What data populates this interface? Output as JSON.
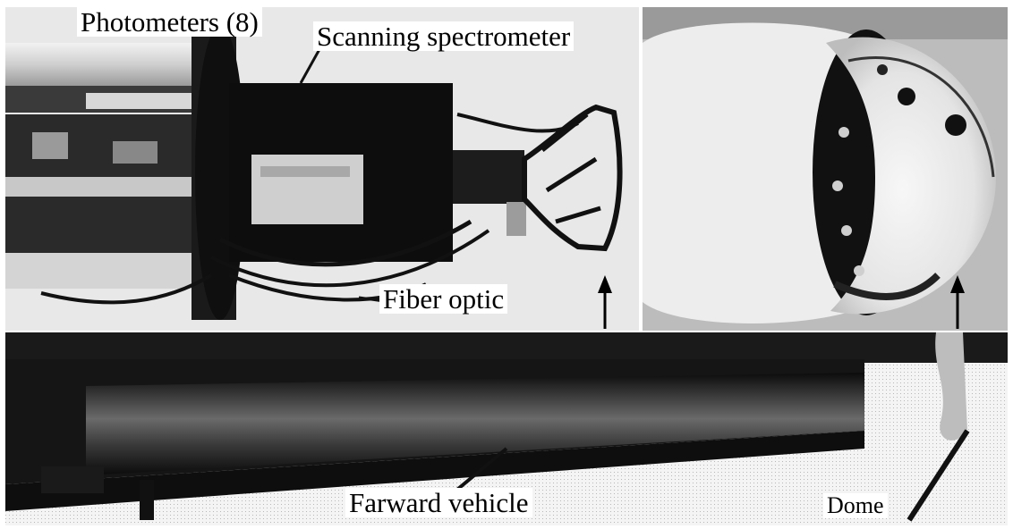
{
  "labels": {
    "photometers": "Photometers (8)",
    "scanning_spectrometer": "Scanning spectrometer",
    "fiber_optic": "Fiber optic",
    "forward_vehicle": "Farward vehicle",
    "dome": "Dome"
  },
  "colors": {
    "ink": "#000000",
    "label_bg": "#ffffff",
    "photo_light": "#e6e6e6",
    "photo_dark": "#111111"
  }
}
